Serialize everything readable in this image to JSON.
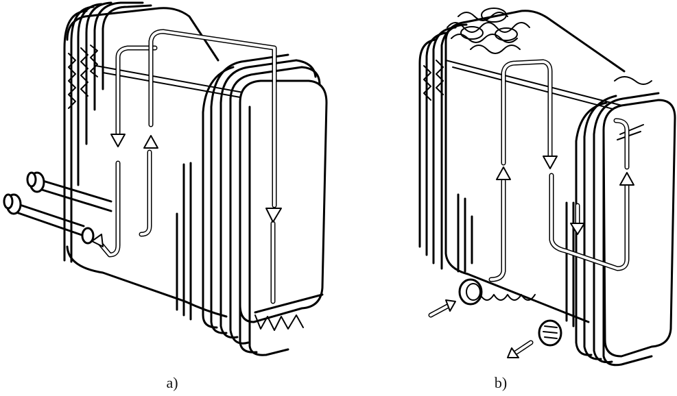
{
  "figure": {
    "panels": [
      {
        "id": "a",
        "caption": "a)"
      },
      {
        "id": "b",
        "caption": "b)"
      }
    ]
  }
}
